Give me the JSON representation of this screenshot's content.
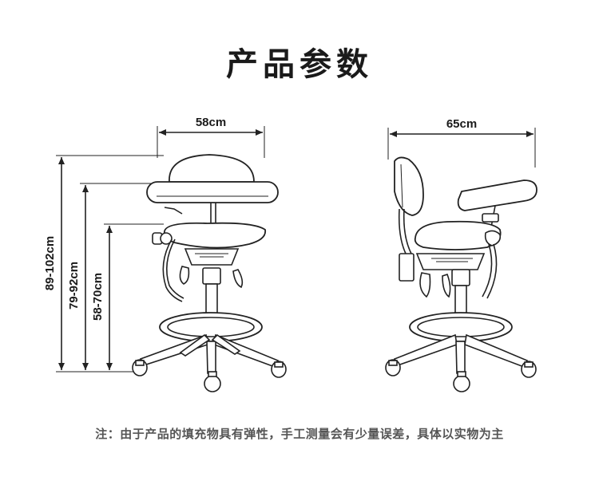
{
  "title": "产品参数",
  "note": "注：由于产品的填充物具有弹性，手工测量会有少量误差，具体以实物为主",
  "front_view": {
    "width_label": "58cm",
    "heights": [
      "89-102cm",
      "79-92cm",
      "58-70cm"
    ]
  },
  "side_view": {
    "width_label": "65cm"
  }
}
